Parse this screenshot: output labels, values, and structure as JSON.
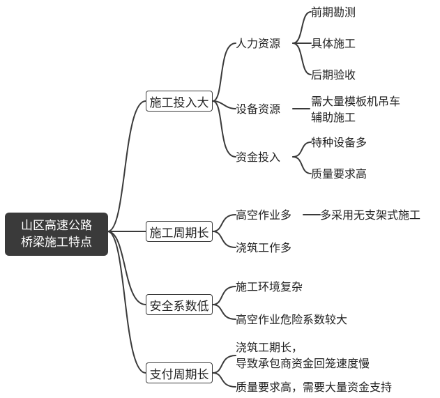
{
  "root": {
    "line1": "山区高速公路",
    "line2": "桥梁施工特点"
  },
  "branches": [
    {
      "label": "施工投入大",
      "children": [
        {
          "label": "人力资源",
          "children": [
            "前期勘测",
            "具体施工",
            "后期验收"
          ]
        },
        {
          "label": "设备资源",
          "detail": [
            "需大量模板机吊车",
            "辅助施工"
          ]
        },
        {
          "label": "资金投入",
          "children": [
            "特种设备多",
            "质量要求高"
          ]
        }
      ]
    },
    {
      "label": "施工周期长",
      "children": [
        {
          "label": "高空作业多",
          "detail": "多采用无支架式施工"
        },
        {
          "label": "浇筑工作多"
        }
      ]
    },
    {
      "label": "安全系数低",
      "children": [
        {
          "label": "施工环境复杂"
        },
        {
          "label": "高空作业危险系数较大"
        }
      ]
    },
    {
      "label": "支付周期长",
      "children": [
        {
          "label": [
            "浇筑工期长，",
            "导致承包商资金回笼速度慢"
          ]
        },
        {
          "label": "质量要求高，需要大量资金支持"
        }
      ]
    }
  ]
}
